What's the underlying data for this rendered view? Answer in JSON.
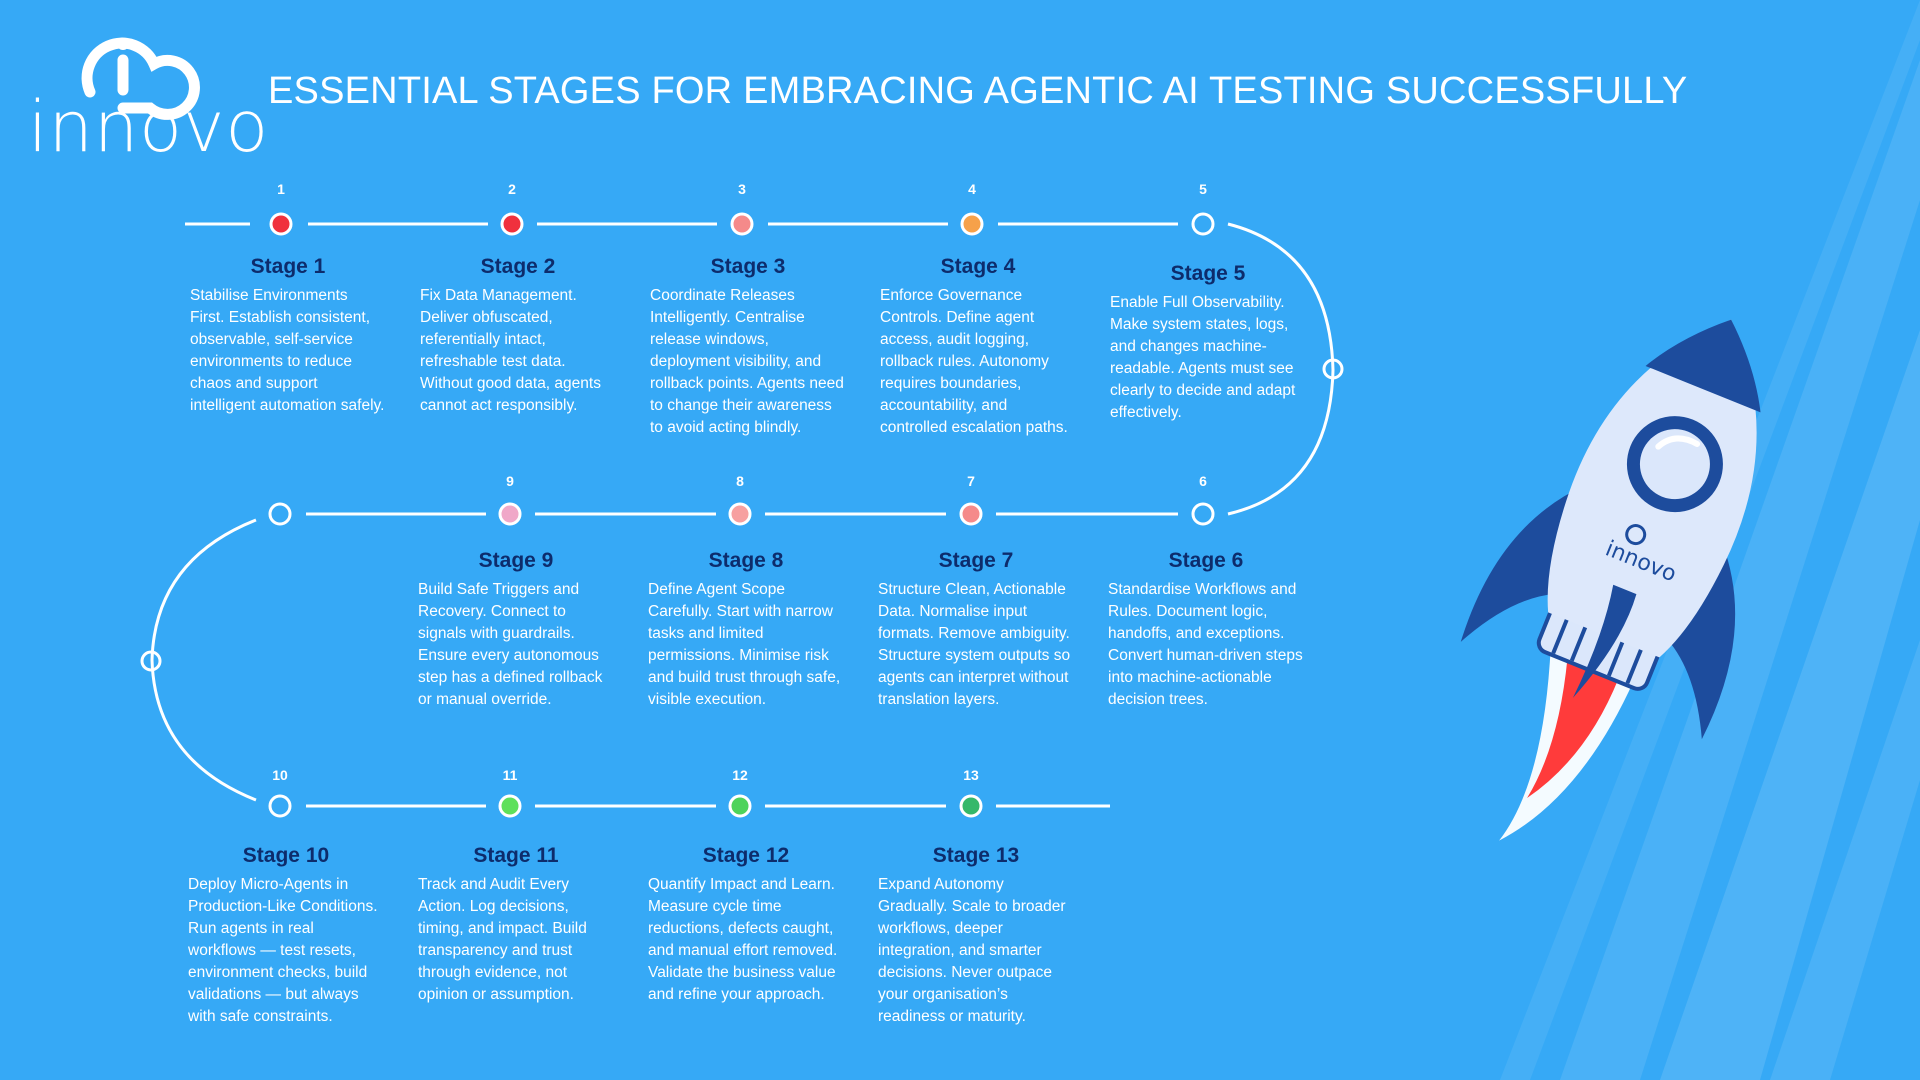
{
  "header": {
    "brand": "innovo",
    "title": "ESSENTIAL STAGES FOR EMBRACING AGENTIC AI TESTING SUCCESSFULLY"
  },
  "colors": {
    "background": "#36a9f6",
    "heading": "#0d2c6c",
    "line": "#ffffff",
    "rocket_body": "#d9e6fb",
    "rocket_navy": "#1d4c9d",
    "flame": "#ff3b3b"
  },
  "stages": [
    {
      "num": "1",
      "title": "Stage 1",
      "text": "Stabilise Environments First. Establish consistent, observable, self-service environments to reduce chaos and support intelligent automation safely.",
      "dot": "#f0313d"
    },
    {
      "num": "2",
      "title": "Stage 2",
      "text": "Fix Data Management. Deliver obfuscated, referentially intact, refreshable test data. Without good data, agents cannot act responsibly.",
      "dot": "#f0313d"
    },
    {
      "num": "3",
      "title": "Stage 3",
      "text": "Coordinate Releases Intelligently. Centralise release windows, deployment visibility, and rollback points. Agents need to change their awareness to avoid acting blindly.",
      "dot": "#f58a8a"
    },
    {
      "num": "4",
      "title": "Stage 4",
      "text": "Enforce Governance Controls. Define agent access, audit logging, rollback rules. Autonomy requires boundaries, accountability, and controlled escalation paths.",
      "dot": "#f6a14a"
    },
    {
      "num": "5",
      "title": "Stage 5",
      "text": "Enable Full Observability. Make system states, logs, and changes machine-readable. Agents must see clearly to decide and adapt effectively.",
      "dot": ""
    },
    {
      "num": "6",
      "title": "Stage 6",
      "text": "Standardise Workflows and Rules. Document logic, handoffs, and exceptions. Convert human-driven steps into machine-actionable decision trees.",
      "dot": ""
    },
    {
      "num": "7",
      "title": "Stage 7",
      "text": "Structure Clean, Actionable Data. Normalise input formats. Remove ambiguity. Structure system outputs so agents can interpret without translation layers.",
      "dot": "#f58a8a"
    },
    {
      "num": "8",
      "title": "Stage 8",
      "text": "Define Agent Scope Carefully. Start with narrow tasks and limited permissions. Minimise risk and build trust through safe, visible execution.",
      "dot": "#f7a0a0"
    },
    {
      "num": "9",
      "title": "Stage 9",
      "text": "Build Safe Triggers and Recovery. Connect to signals with guardrails. Ensure every autonomous step has a defined rollback or manual override.",
      "dot": "#f0a8c8"
    },
    {
      "num": "10",
      "title": "Stage 10",
      "text": "Deploy Micro-Agents in Production-Like Conditions. Run agents in real workflows — test resets, environment checks, build validations — but always with safe constraints.",
      "dot": ""
    },
    {
      "num": "11",
      "title": "Stage 11",
      "text": "Track and Audit Every Action. Log decisions, timing, and impact. Build transparency and trust through evidence, not opinion or assumption.",
      "dot": "#5fe05a"
    },
    {
      "num": "12",
      "title": "Stage 12",
      "text": "Quantify Impact and Learn. Measure cycle time reductions, defects caught, and manual effort removed. Validate the business value and refine your approach.",
      "dot": "#4ed35a"
    },
    {
      "num": "13",
      "title": "Stage 13",
      "text": "Expand Autonomy Gradually. Scale to broader workflows, deeper integration, and smarter decisions. Never outpace your organisation’s readiness or maturity.",
      "dot": "#35b86a"
    }
  ]
}
